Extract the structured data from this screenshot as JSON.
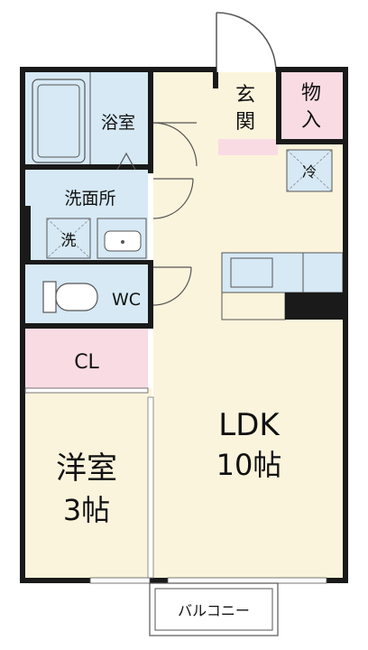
{
  "colors": {
    "wall": "#1a1a1a",
    "bath": "#d6e9f5",
    "floor": "#fbf4dc",
    "closet": "#f9dbe4",
    "line": "#555555",
    "white": "#ffffff"
  },
  "rooms": {
    "bath": "浴室",
    "washroom": "洗面所",
    "washer": "洗",
    "wc": "WC",
    "closet": "CL",
    "bedroom_name": "洋室",
    "bedroom_size": "3帖",
    "ldk_name": "LDK",
    "ldk_size": "10帖",
    "entrance_1": "玄",
    "entrance_2": "関",
    "storage_1": "物",
    "storage_2": "入",
    "fridge": "冷",
    "balcony": "バルコニー"
  }
}
